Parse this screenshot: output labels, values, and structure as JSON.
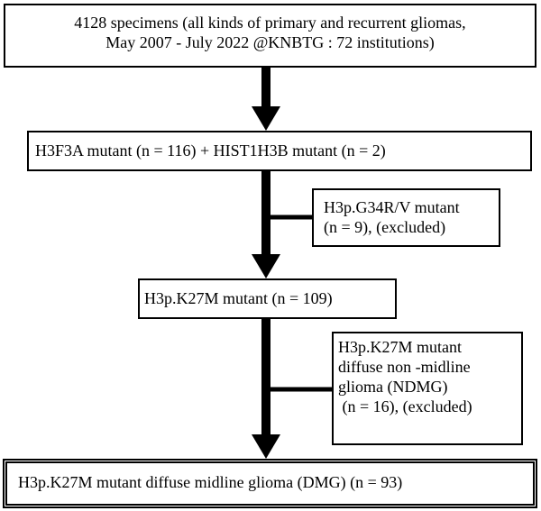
{
  "boxes": {
    "total": {
      "line1": "4128 specimens (all kinds of primary and recurrent gliomas,",
      "line2": "May 2007  -  July 2022 @KNBTG : 72 institutions)"
    },
    "h3_mutant": {
      "line1": "H3F3A mutant (n = 116) + HIST1H3B mutant (n = 2)"
    },
    "g34_excluded": {
      "line1": "H3p.G34R/V mutant",
      "line2": "(n = 9), (excluded)"
    },
    "k27m_mutant": {
      "line1": "H3p.K27M mutant (n = 109)"
    },
    "ndmg_excluded": {
      "line1": "H3p.K27M mutant",
      "line2": "diffuse non -midline",
      "line3": "glioma (NDMG)",
      "line4": " (n = 16), (excluded)"
    },
    "dmg_final": {
      "line1": "H3p.K27M mutant diffuse midline glioma (DMG) (n = 93)"
    }
  },
  "colors": {
    "line": "#000000",
    "background": "#ffffff"
  }
}
